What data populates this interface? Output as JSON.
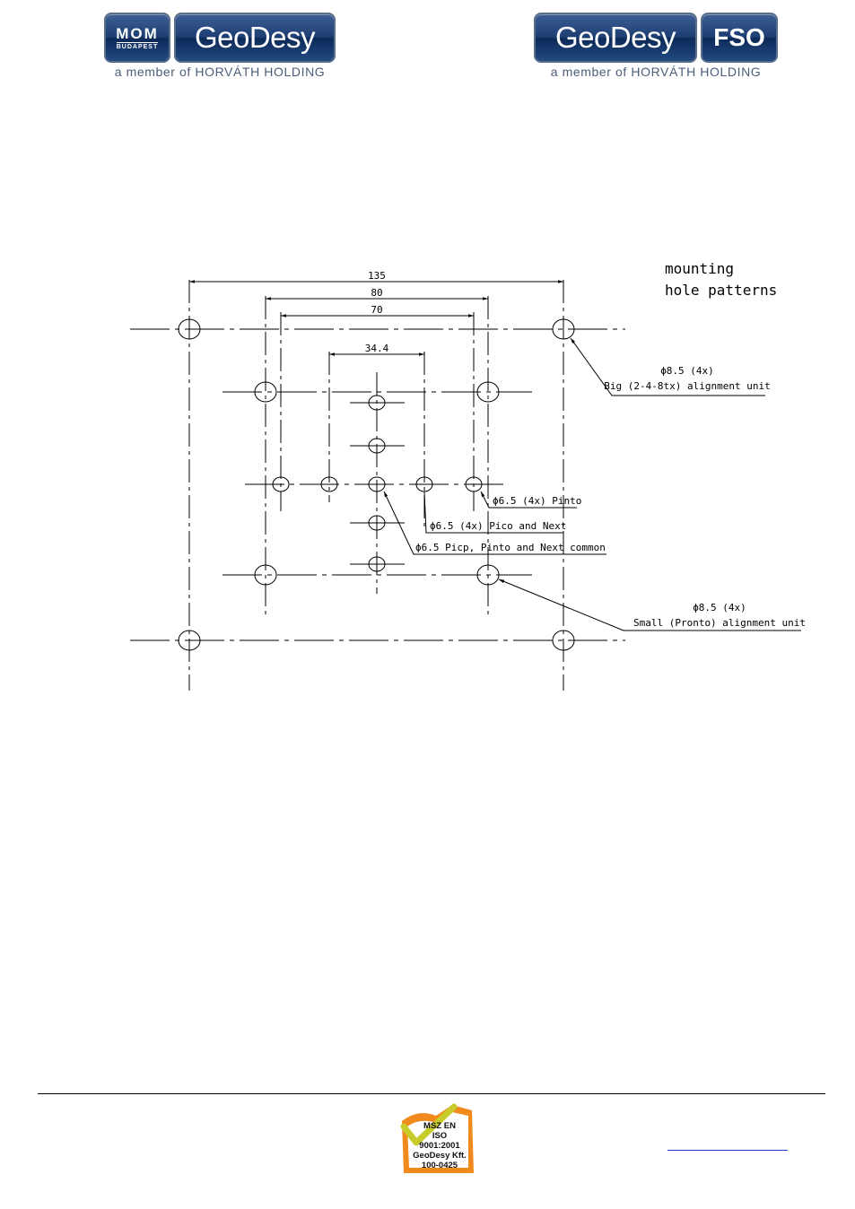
{
  "header": {
    "left_logo": {
      "mom_text": "MOM",
      "mom_sub": "BUDAPEST",
      "brand": "GeoDesy",
      "member_line": "a member of HORVÁTH HOLDING"
    },
    "right_logo": {
      "brand": "GeoDesy",
      "suffix": "FSO",
      "member_line": "a member of HORVÁTH HOLDING"
    },
    "brand_color": "#1d3f73"
  },
  "drawing": {
    "title_line1": "mounting",
    "title_line2": "hole patterns",
    "dimensions": [
      "135",
      "80",
      "70",
      "34.4"
    ],
    "callouts": {
      "big_diam": "ϕ8.5 (4x)",
      "big_desc": "Big (2-4-8tx) alignment unit",
      "pinto": "ϕ6.5 (4x) Pinto",
      "pico_next": "ϕ6.5 (4x) Pico and Next",
      "common": "ϕ6.5 Picp, Pinto and Next common",
      "small_diam": "ϕ8.5 (4x)",
      "small_desc": "Small (Pronto) alignment unit"
    }
  },
  "footer": {
    "iso_badge": {
      "line1": "MSZ EN",
      "line2": "ISO 9001:2001",
      "line3": "GeoDesy Kft.",
      "line4": "100-0425",
      "color": "#f08a1c"
    },
    "link_color": "#2240cc"
  }
}
